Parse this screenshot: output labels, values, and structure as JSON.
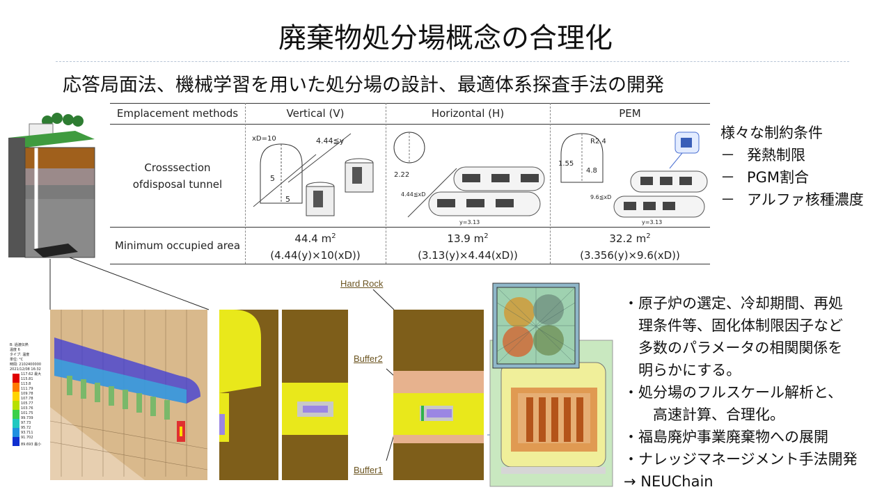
{
  "title": "廃棄物処分場概念の合理化",
  "subtitle": "応答局面法、機械学習を用いた処分場の設計、最適体系探査手法の開発",
  "table": {
    "headers": [
      "Emplacement methods",
      "Vertical (V)",
      "Horizontal (H)",
      "PEM"
    ],
    "row_cross": "Crosssection",
    "row_cross2": "ofdisposal tunnel",
    "row_area": "Minimum occupied area",
    "areas": [
      {
        "value": "44.4 m",
        "exp": "2",
        "formula": "(4.44(y)×10(xD))"
      },
      {
        "value": "13.9 m",
        "exp": "2",
        "formula": "(3.13(y)×4.44(xD))"
      },
      {
        "value": "32.2 m",
        "exp": "2",
        "formula": "(3.356(y)×9.6(xD))"
      }
    ],
    "vertical_labels": {
      "xd": "xD=10",
      "y": "4.44≦y",
      "h": "5",
      "w": "5"
    },
    "horizontal_labels": {
      "d": "2.22",
      "x": "4.44≦xD",
      "y": "y=3.13"
    },
    "pem_labels": {
      "r": "R2.4",
      "h": "1.55",
      "w": "4.8",
      "x": "9.6≦xD",
      "y": "y=3.13"
    }
  },
  "constraints": {
    "heading": "様々な制約条件",
    "items": [
      "発熱制限",
      "PGM割合",
      "アルファ核種濃度"
    ],
    "dash": "－"
  },
  "bullets": [
    "・原子炉の選定、冷却期間、再処",
    "　理条件等、固化体制限因子など",
    "　多数のパラメータの相関関係を",
    "　明らかにする。",
    "・処分場のフルスケール解析と、",
    "　　高速計算、合理化。",
    "・福島廃炉事業廃棄物への展開",
    "・ナレッジマネージメント手法開発",
    "→ NEUChain"
  ],
  "labels": {
    "hard_rock": "Hard Rock",
    "buffer2": "Buffer2",
    "buffer1": "Buffer1"
  },
  "legend": {
    "header": [
      "B: 過渡伝熱",
      "温度 6",
      "タイプ: 温度",
      "単位: °C",
      "時間: 2102400000",
      "2021/12/08 16:32"
    ],
    "max": "117.62 最大",
    "min": "89.693 最小",
    "values": [
      "115.81",
      "113.8",
      "111.79",
      "109.78",
      "107.78",
      "105.77",
      "103.76",
      "101.75",
      "99.739",
      "97.73",
      "95.72",
      "93.711",
      "91.702"
    ]
  },
  "colors": {
    "rock": "#7e5e1a",
    "buffer": "#e9e81b",
    "buffer2": "#e7b28e",
    "canister": "#9b86e3",
    "soil": "#a0601c",
    "grass": "#3b9a3b"
  }
}
